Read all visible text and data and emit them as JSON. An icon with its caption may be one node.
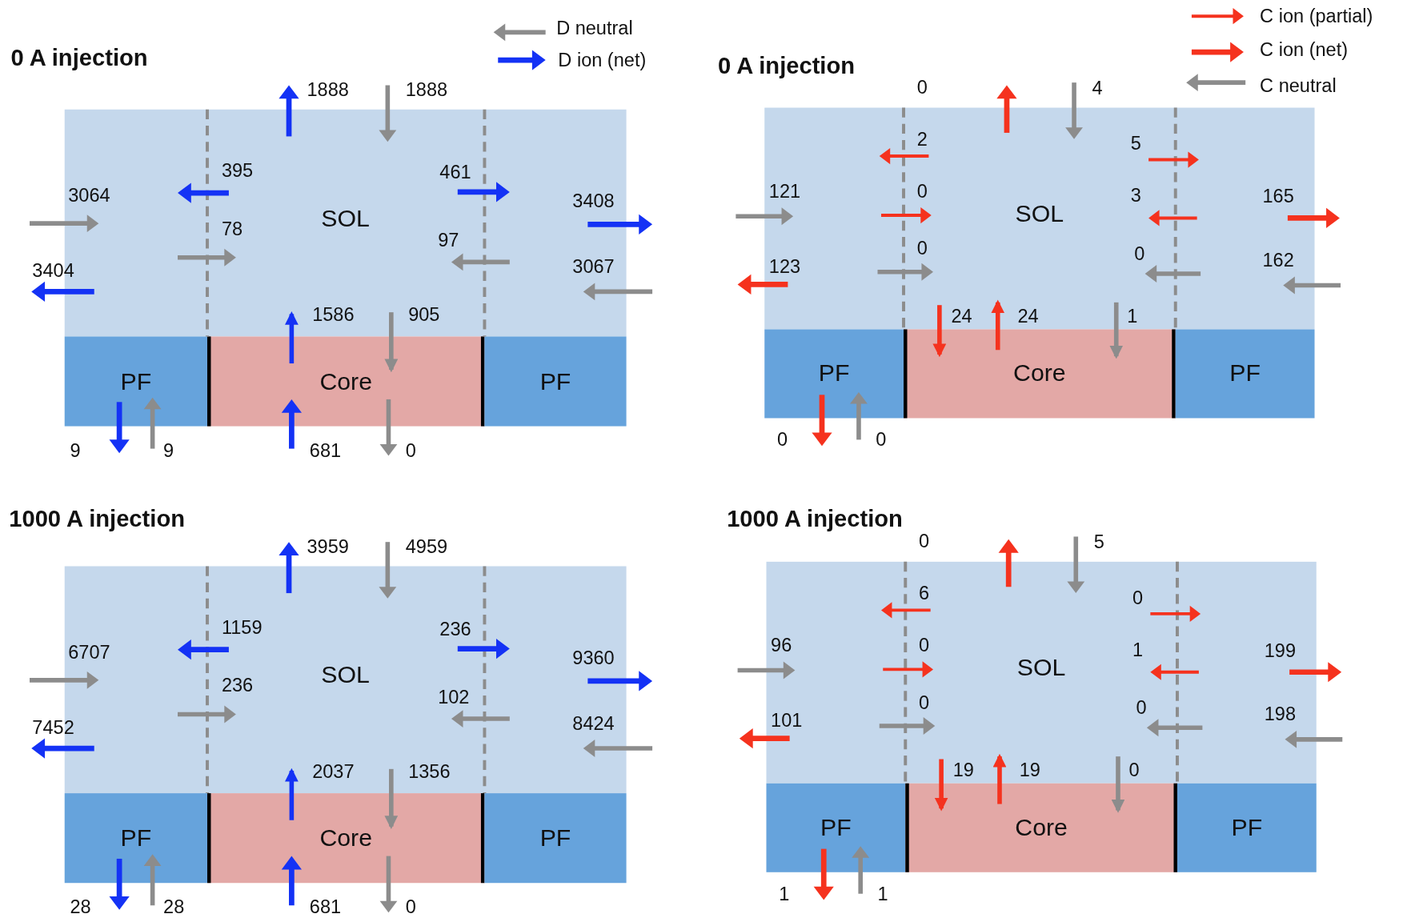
{
  "diagram": {
    "nodes": [
      {
        "text": [
          "SOL"
        ]
      },
      {
        "text": [
          "PF"
        ]
      },
      {
        "text": [
          "Core"
        ]
      },
      {
        "text": [
          "PF"
        ]
      },
      {
        "text": [
          "SOL"
        ]
      },
      {
        "text": [
          "PF"
        ]
      },
      {
        "text": [
          "Core"
        ]
      },
      {
        "text": [
          "PF"
        ]
      },
      {
        "text": [
          "SOL"
        ]
      },
      {
        "text": [
          "PF"
        ]
      },
      {
        "text": [
          "Core"
        ]
      },
      {
        "text": [
          "PF"
        ]
      },
      {
        "text": [
          "SOL"
        ]
      },
      {
        "text": [
          "PF"
        ]
      },
      {
        "text": [
          "Core"
        ]
      },
      {
        "text": [
          "PF"
        ]
      }
    ],
    "edges": [
      {
        "from": 2,
        "to": 0,
        "arrow": "to",
        "label": "1586",
        "color": "#1432f5"
      },
      {
        "from": 0,
        "to": 2,
        "arrow": "to",
        "label": "905",
        "color": "#8c8c8c"
      },
      {
        "from": 4,
        "to": 6,
        "arrow": "to",
        "label": "24",
        "color": "#f5321e"
      },
      {
        "from": 6,
        "to": 4,
        "arrow": "to",
        "label": "24",
        "color": "#f5321e"
      },
      {
        "from": 4,
        "to": 6,
        "arrow": "to",
        "label": "1",
        "color": "#8c8c8c"
      },
      {
        "from": 10,
        "to": 8,
        "arrow": "to",
        "label": "2037",
        "color": "#1432f5"
      },
      {
        "from": 8,
        "to": 10,
        "arrow": "to",
        "label": "1356",
        "color": "#8c8c8c"
      },
      {
        "from": 12,
        "to": 14,
        "arrow": "to",
        "label": "19",
        "color": "#f5321e"
      },
      {
        "from": 14,
        "to": 12,
        "arrow": "to",
        "label": "19",
        "color": "#f5321e"
      },
      {
        "from": 12,
        "to": 14,
        "arrow": "to",
        "label": "0",
        "color": "#8c8c8c"
      }
    ],
    "labels": [
      "0 A injection",
      "1888",
      "1888",
      "395",
      "461",
      "3064",
      "3408",
      "78",
      "97",
      "3404",
      "3067",
      "9",
      "9",
      "681",
      "0",
      "0 A injection",
      "0",
      "4",
      "2",
      "5",
      "121",
      "0",
      "3",
      "165",
      "0",
      "0",
      "162",
      "123",
      "0",
      "0",
      "1000 A injection",
      "3959",
      "4959",
      "1159",
      "236",
      "6707",
      "9360",
      "236",
      "102",
      "7452",
      "8424",
      "28",
      "28",
      "681",
      "0",
      "1000 A injection",
      "0",
      "5",
      "6",
      "0",
      "96",
      "0",
      "1",
      "199",
      "0",
      "0",
      "198",
      "101",
      "1",
      "1"
    ],
    "legend": [
      {
        "text": "D neutral"
      },
      {
        "text": "D ion (net)"
      },
      {
        "text": "C ion (partial)"
      },
      {
        "text": "C ion (net)"
      },
      {
        "text": "C neutral"
      }
    ]
  }
}
